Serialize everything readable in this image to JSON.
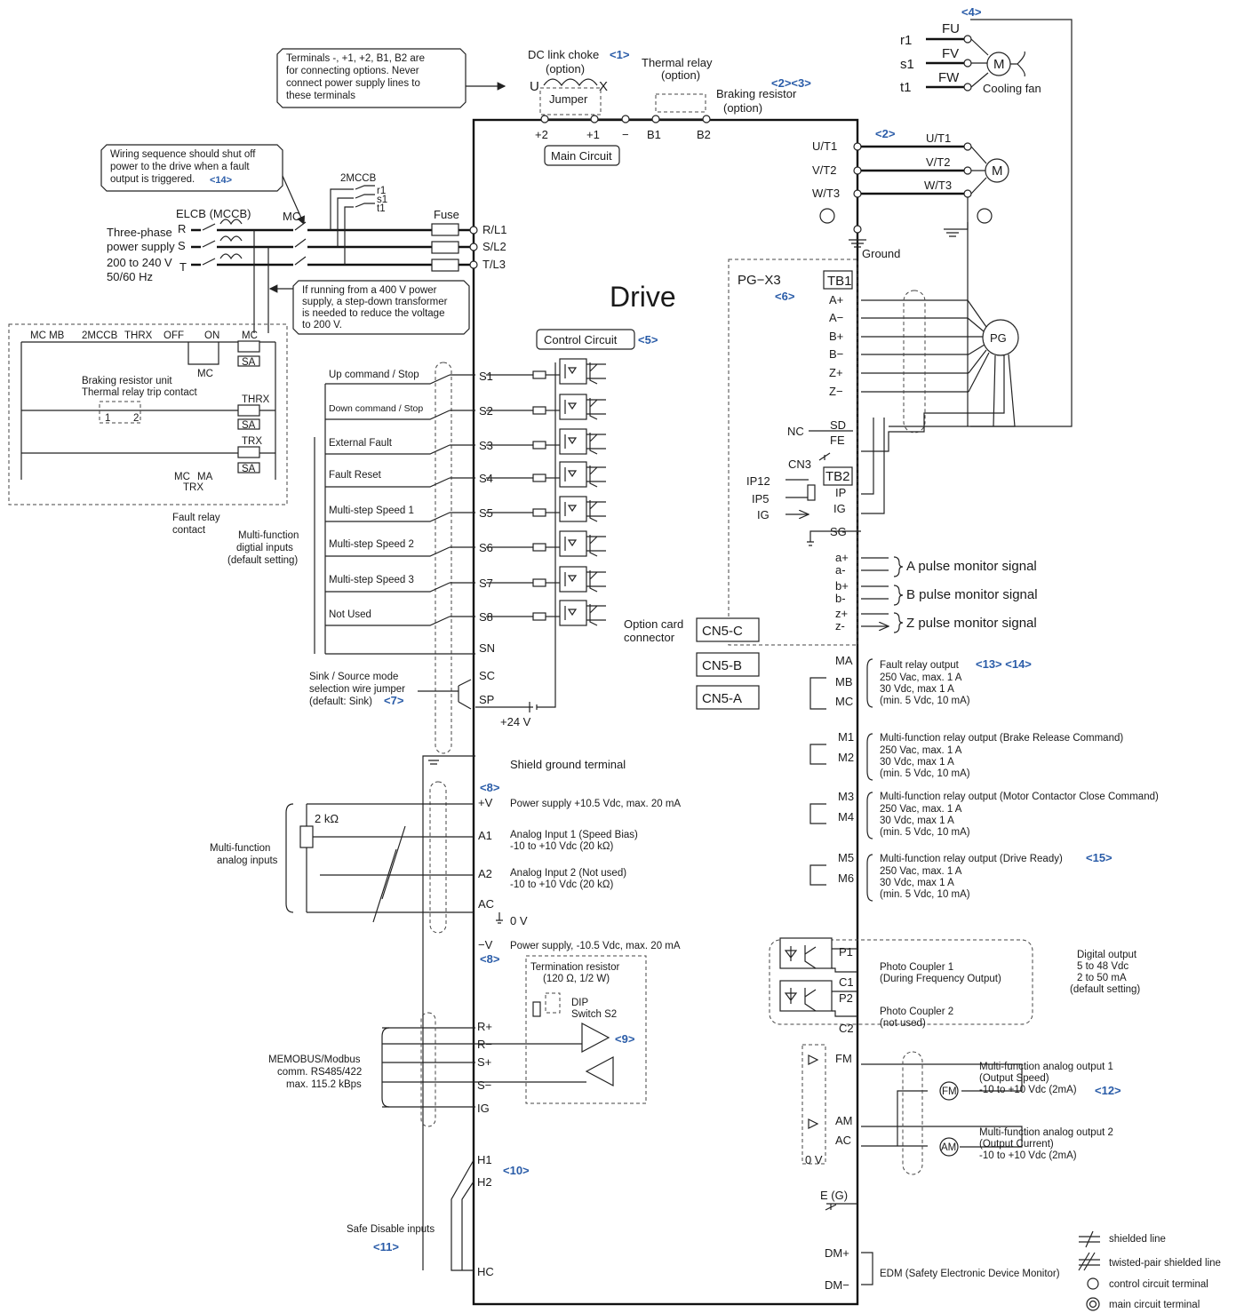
{
  "drive": {
    "title": "Drive",
    "main_circuit": "Main Circuit",
    "control_circuit": "Control Circuit",
    "ref_control": "<5>"
  },
  "notes": {
    "options": [
      "Terminals -, +1, +2, B1, B2 are",
      "for connecting options. Never",
      "connect power supply lines to",
      "these terminals"
    ],
    "sequence": [
      "Wiring sequence should shut off",
      "power to the drive when a fault",
      "output is triggered."
    ],
    "sequence_ref": "<14>",
    "transformer": [
      "If running from a 400 V power",
      "supply, a step-down transformer",
      "is needed to reduce the voltage",
      "to 200 V."
    ]
  },
  "power": {
    "elcb": "ELCB (MCCB)",
    "phases": [
      "R",
      "S",
      "T"
    ],
    "supply": [
      "Three-phase",
      "power supply",
      "200 to 240 V",
      "50/60 Hz"
    ],
    "mc": "MC",
    "fuse": "Fuse",
    "mccb2": "2MCCB",
    "mccb2_pins": [
      "r1",
      "s1",
      "t1"
    ],
    "inputs": [
      "R/L1",
      "S/L2",
      "T/L3"
    ]
  },
  "dc": {
    "choke": [
      "DC link choke",
      "(option)"
    ],
    "choke_ref": "<1>",
    "u": "U",
    "x": "X",
    "jumper": "Jumper",
    "thermal": [
      "Thermal relay",
      "(option)"
    ],
    "brk": [
      "Braking resistor",
      "(option)"
    ],
    "brk_ref": "<2><3>",
    "terms": [
      "+2",
      "+1",
      "−",
      "B1",
      "B2"
    ]
  },
  "outputs": {
    "ref": "<2>",
    "left": [
      "U/T1",
      "V/T2",
      "W/T3"
    ],
    "right": [
      "U/T1",
      "V/T2",
      "W/T3"
    ],
    "ground": "Ground",
    "motor": "M"
  },
  "fan": {
    "ref": "<4>",
    "left": [
      "r1",
      "s1",
      "t1"
    ],
    "pins": [
      "FU",
      "FV",
      "FW"
    ],
    "motor": "M",
    "label": "Cooling fan"
  },
  "seq_circuit": {
    "top": [
      "MC MB",
      "2MCCB",
      "THRX",
      "OFF",
      "ON",
      "MC",
      "SA"
    ],
    "mc2": "MC",
    "brake": [
      "Braking resistor unit",
      "Thermal relay trip contact"
    ],
    "pins": [
      "1",
      "2"
    ],
    "thrx": "THRX",
    "trx": "TRX",
    "sa": "SA",
    "mcma": [
      "MC",
      "MA"
    ],
    "trx2": "TRX",
    "fault": [
      "Fault relay",
      "contact"
    ]
  },
  "dig_in": {
    "labels": [
      "Up command / Stop",
      "Down command / Stop",
      "External Fault",
      "Fault Reset",
      "Multi-step Speed 1",
      "Multi-step Speed 2",
      "Multi-step Speed 3",
      "Not Used"
    ],
    "terms": [
      "S1",
      "S2",
      "S3",
      "S4",
      "S5",
      "S6",
      "S7",
      "S8",
      "SN",
      "SC",
      "SP"
    ],
    "group": [
      "Multi-function",
      "digtial inputs",
      "(default setting)"
    ],
    "sink": [
      "Sink / Source mode",
      "selection wire jumper",
      "(default: Sink)"
    ],
    "sink_ref": "<7>",
    "v24": "+24 V"
  },
  "analog_in": {
    "shield": "Shield ground terminal",
    "ref8": "<8>",
    "pot": "2 kΩ",
    "terms": [
      "+V",
      "A1",
      "A2",
      "AC",
      "−V"
    ],
    "desc": [
      [
        "Power supply +10.5 Vdc, max. 20 mA"
      ],
      [
        "Analog Input 1 (Speed Bias)",
        "-10 to +10 Vdc (20 kΩ)"
      ],
      [
        "Analog Input 2 (Not used)",
        "-10 to +10 Vdc  (20 kΩ)"
      ],
      [
        "0 V"
      ],
      [
        "Power supply, -10.5 Vdc, max. 20 mA"
      ]
    ],
    "group": [
      "Multi-function",
      "analog inputs"
    ]
  },
  "comm": {
    "term_res": [
      "Termination resistor",
      "(120 Ω, 1/2 W)"
    ],
    "dip": [
      "DIP",
      "Switch S2"
    ],
    "ref": "<9>",
    "terms": [
      "R+",
      "R−",
      "S+",
      "S−",
      "IG"
    ],
    "label": [
      "MEMOBUS/Modbus",
      "comm. RS485/422",
      "max. 115.2 kBps"
    ]
  },
  "safe": {
    "terms": [
      "H1",
      "H2",
      "HC"
    ],
    "ref10": "<10>",
    "label": "Safe Disable inputs",
    "ref11": "<11>"
  },
  "pg": {
    "card": "PG−X3",
    "ref": "<6>",
    "tb1": "TB1",
    "tb1_terms": [
      "A+",
      "A−",
      "B+",
      "B−",
      "Z+",
      "Z−"
    ],
    "sd": "SD",
    "fe": "FE",
    "nc": "NC",
    "cn3": "CN3",
    "tb2": "TB2",
    "ip": "IP",
    "ig": "IG",
    "sg": "SG",
    "ip12": "IP12",
    "ip5": "IP5",
    "igl": "IG",
    "enc": "PG",
    "mon_terms": [
      "a+",
      "a-",
      "b+",
      "b-",
      "z+",
      "z-"
    ],
    "mon": [
      "A pulse monitor signal",
      "B pulse monitor signal",
      "Z pulse monitor signal"
    ],
    "option": [
      "Option card",
      "connector"
    ],
    "cn": [
      "CN5-C",
      "CN5-B",
      "CN5-A"
    ]
  },
  "relays": [
    {
      "t": [
        "MA",
        "MB",
        "MC"
      ],
      "title": "Fault relay output",
      "ref": "<13> <14>",
      "lines": [
        "250 Vac, max. 1 A",
        "30 Vdc, max 1 A",
        "(min. 5 Vdc, 10 mA)"
      ]
    },
    {
      "t": [
        "M1",
        "M2"
      ],
      "title": "Multi-function relay output (Brake Release Command)",
      "ref": "",
      "lines": [
        "250 Vac, max. 1 A",
        "30 Vdc, max 1 A",
        "(min. 5 Vdc, 10 mA)"
      ]
    },
    {
      "t": [
        "M3",
        "M4"
      ],
      "title": "Multi-function relay output (Motor Contactor Close Command)",
      "ref": "",
      "lines": [
        "250 Vac, max. 1 A",
        "30 Vdc, max 1 A",
        "(min. 5 Vdc, 10 mA)"
      ]
    },
    {
      "t": [
        "M5",
        "M6"
      ],
      "title": "Multi-function relay output (Drive Ready)",
      "ref": "<15>",
      "lines": [
        "250 Vac, max. 1 A",
        "30 Vdc, max 1 A",
        "(min. 5 Vdc, 10 mA)"
      ]
    }
  ],
  "photo": {
    "terms": [
      "P1",
      "C1",
      "P2",
      "C2"
    ],
    "pc1": [
      "Photo Coupler 1",
      "(During Frequency Output)"
    ],
    "pc2": [
      "Photo Coupler 2",
      "(not used)"
    ],
    "digital": [
      "Digital output",
      "5 to 48 Vdc",
      "2 to 50 mA",
      "(default setting)"
    ]
  },
  "ana_out": {
    "terms": [
      "FM",
      "AM",
      "AC"
    ],
    "zero": "0 V",
    "fm": "FM",
    "am": "AM",
    "out1": [
      "Multi-function analog output 1",
      "(Output Speed)",
      "-10 to +10 Vdc (2mA)"
    ],
    "ref12": "<12>",
    "out2": [
      "Multi-function analog output 2",
      "(Output Current)",
      "-10 to +10 Vdc (2mA)"
    ]
  },
  "eg": "E (G)",
  "edm": {
    "terms": [
      "DM+",
      "DM−"
    ],
    "label": "EDM (Safety Electronic Device Monitor)"
  },
  "legend": [
    "shielded line",
    "twisted-pair shielded line",
    "control circuit terminal",
    "main circuit terminal"
  ]
}
